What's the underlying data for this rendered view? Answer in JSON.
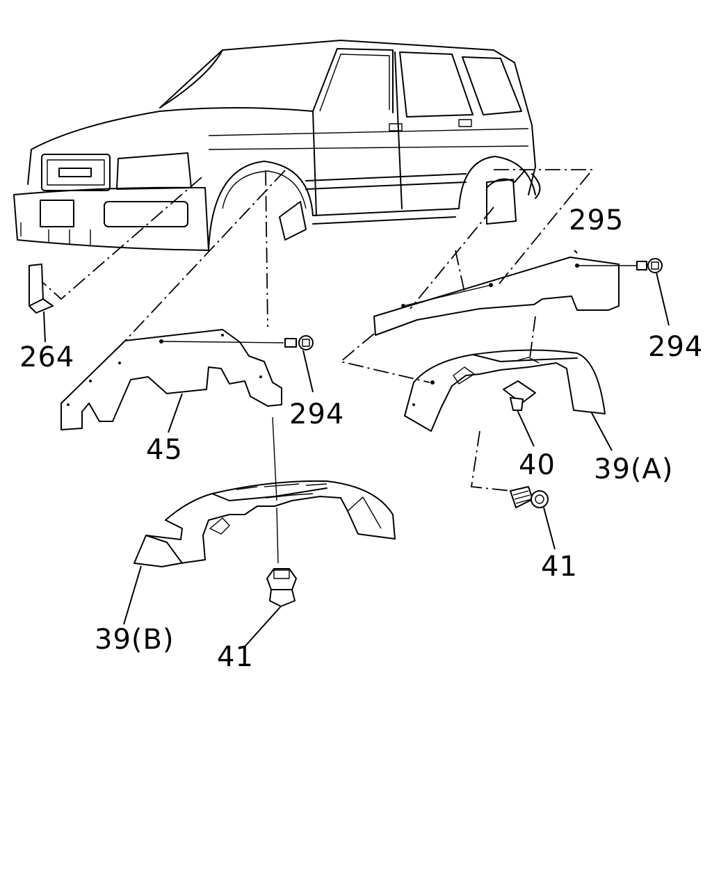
{
  "diagram": {
    "labels": {
      "p264": "264",
      "p45": "45",
      "p294_left": "294",
      "p295": "295",
      "p294_right": "294",
      "p40": "40",
      "p39a": "39(A)",
      "p41_right": "41",
      "p39b": "39(B)",
      "p41_left": "41"
    }
  }
}
